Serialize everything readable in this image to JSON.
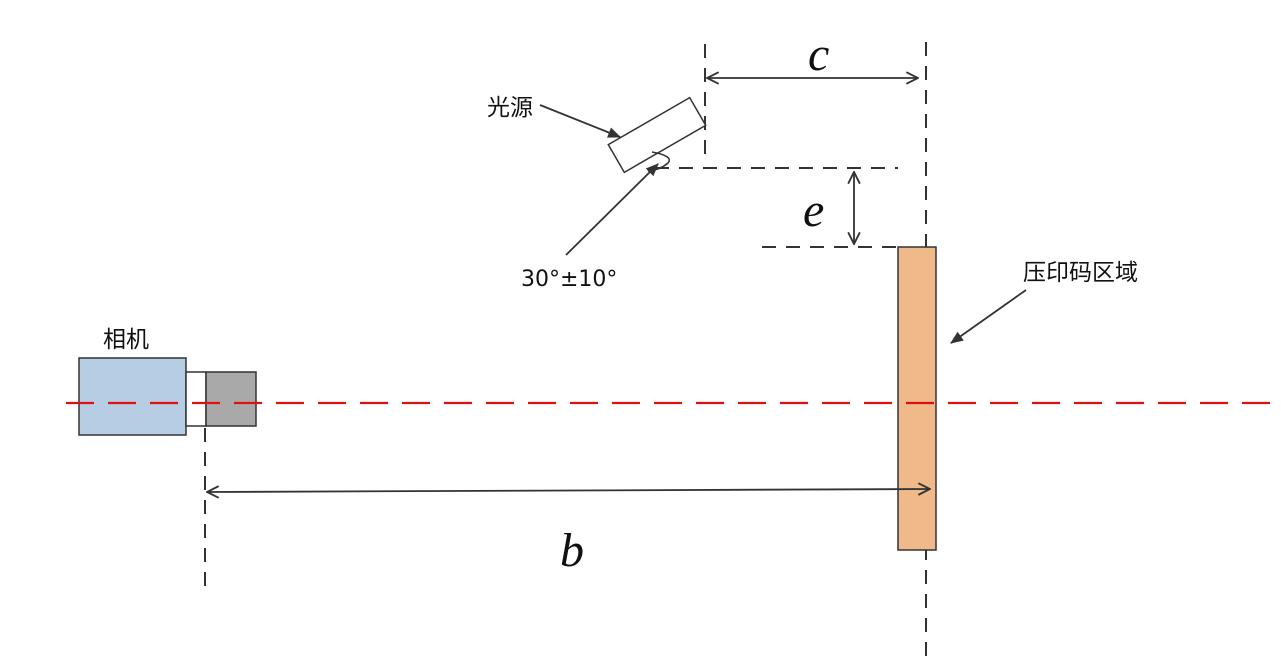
{
  "labels": {
    "light_source": "光源",
    "camera": "相机",
    "imprint_area": "压印码区域",
    "angle": "30°±10°",
    "dim_b": "b",
    "dim_c": "c",
    "dim_e": "e"
  },
  "colors": {
    "camera_body": "#b7cde4",
    "lens": "#a9a9a9",
    "imprint_area": "#f0b98a",
    "optical_axis": "#e01010",
    "line": "#333333"
  }
}
